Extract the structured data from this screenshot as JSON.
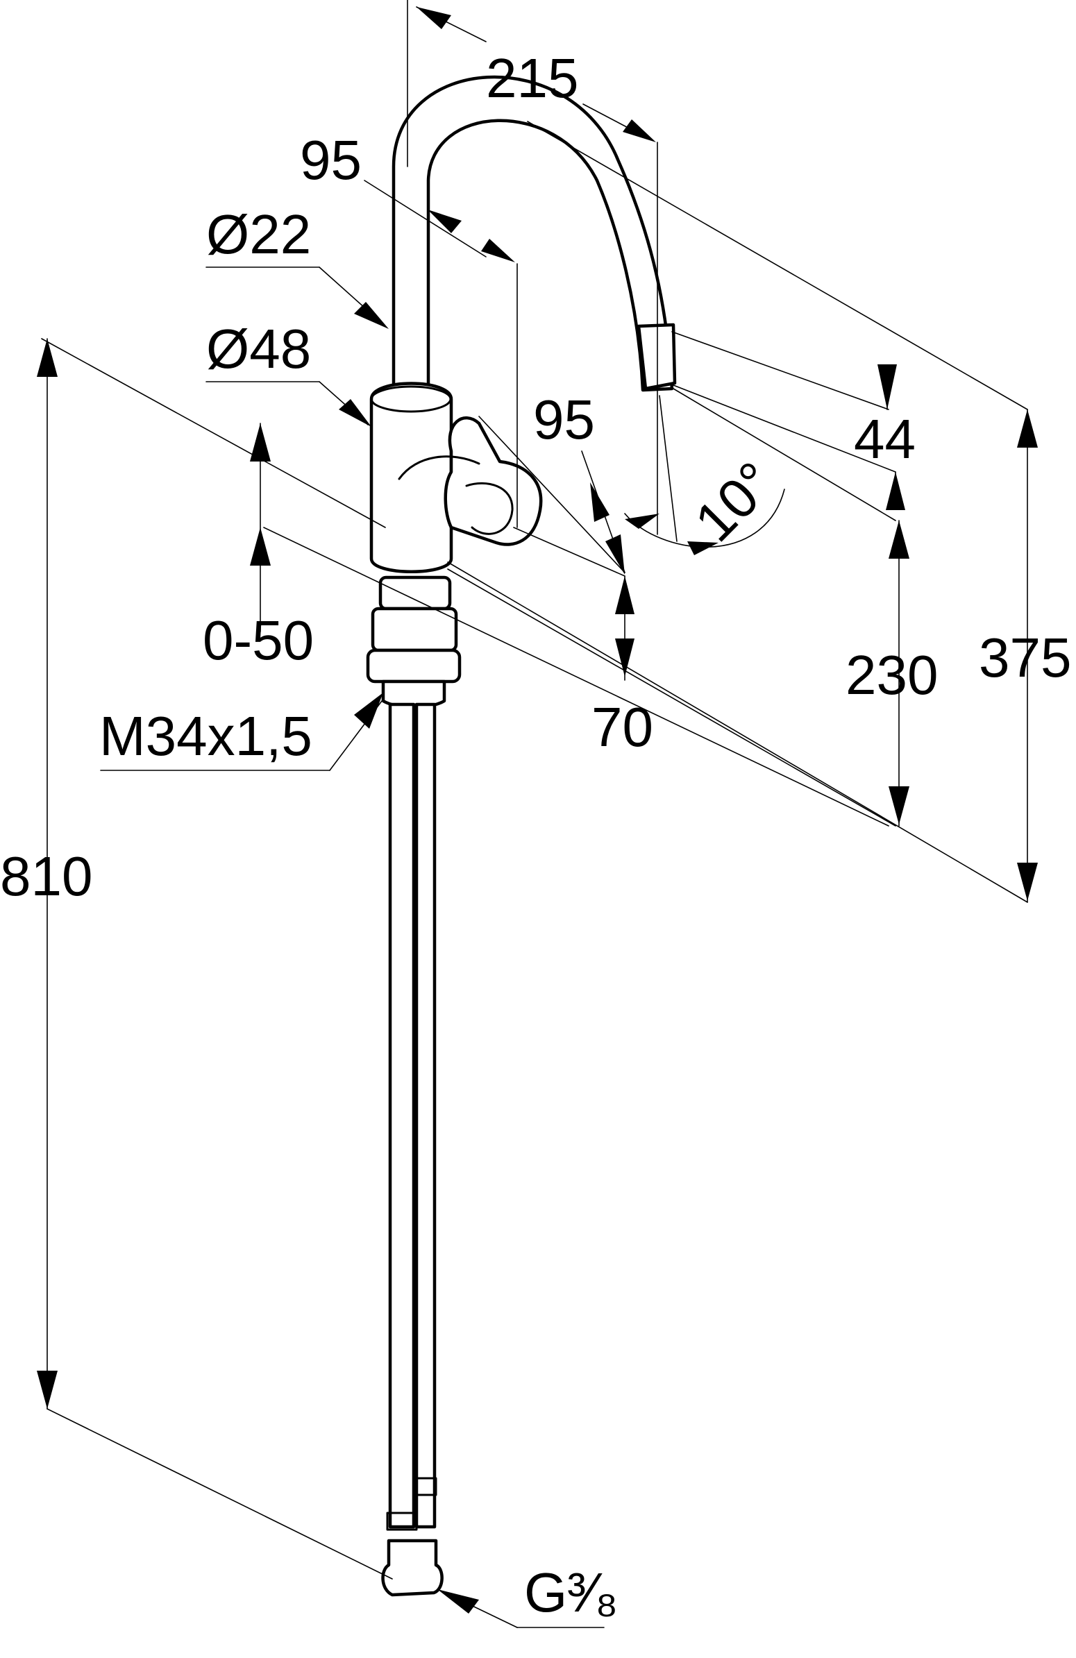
{
  "dimensions": {
    "spout_reach": "215",
    "spout_upper_offset": "95",
    "spout_diameter": "Ø22",
    "body_diameter": "Ø48",
    "handle_offset": "95",
    "adjustment_range": "0-50",
    "thread": "M34x1,5",
    "handle_height": "70",
    "outlet_height_offset": "44",
    "outlet_angle": "10°",
    "spout_height": "230",
    "total_height": "375",
    "overall_length": "810",
    "connection_thread": "G³⁄₈"
  }
}
